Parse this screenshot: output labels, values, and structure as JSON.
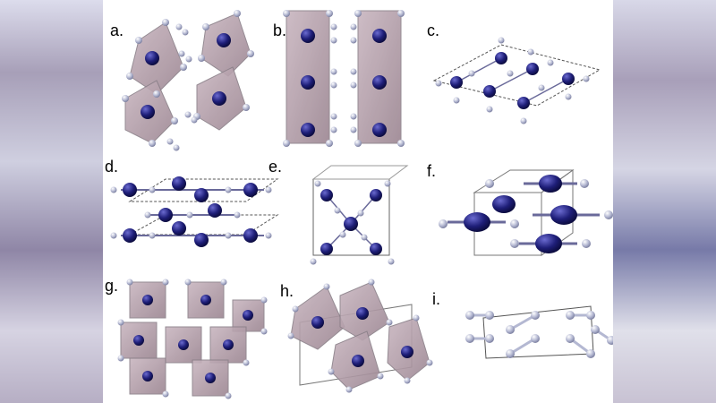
{
  "panel_labels": {
    "a": "a.",
    "b": "b.",
    "c": "c.",
    "d": "d.",
    "e": "e.",
    "f": "f.",
    "g": "g.",
    "h": "h.",
    "i": "i."
  },
  "colors": {
    "polyhedron": "#b69fab",
    "polyhedron_edge": "#8a7f88",
    "metal_atom": "#1e1e78",
    "ligand_atom": "#b4b8d2",
    "cell_edge": "#555555"
  }
}
